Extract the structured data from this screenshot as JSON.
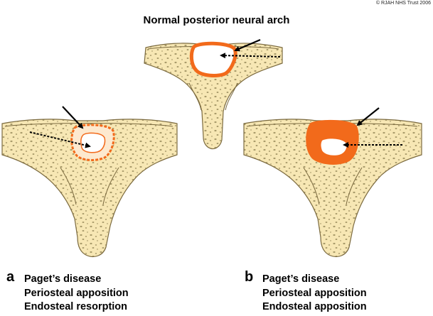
{
  "copyright": "© RJAH NHS Trust 2006",
  "title": "Normal posterior neural arch",
  "panels": {
    "a": {
      "letter": "a",
      "lines": [
        "Paget’s disease",
        "Periosteal apposition",
        "Endosteal resorption"
      ]
    },
    "b": {
      "letter": "b",
      "lines": [
        "Paget’s disease",
        "Periosteal apposition",
        "Endosteal apposition"
      ]
    }
  },
  "colors": {
    "bone_fill": "#f7e7b4",
    "bone_outline": "#7b6a3f",
    "cortex_orange": "#f26a1b",
    "canal_white": "#ffffff",
    "arrow": "#000000"
  }
}
